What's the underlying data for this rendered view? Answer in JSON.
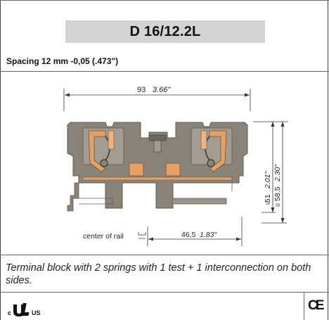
{
  "title": "D 16/12.2L",
  "spacing": "Spacing 12 mm -0,05 (.473\")",
  "dimensions": {
    "width_mm": "93",
    "width_in": "3.66\"",
    "height1_mm": "51",
    "height1_in": "2.01\"",
    "height2_mm": "58,5",
    "height2_in": "2.30\"",
    "rail_mm": "46,5",
    "rail_in": "1.83\"",
    "rail_label": "center of rail"
  },
  "description": "Terminal block with 2 springs with 1 test + 1 interconnection on both sides.",
  "certifications": {
    "ul_left": "c",
    "ul_right": "US",
    "ce": "CE"
  },
  "colors": {
    "housing": "#8a8378",
    "housing_dark": "#5e5850",
    "spring": "#e7a061",
    "accent": "#f2b27a"
  }
}
